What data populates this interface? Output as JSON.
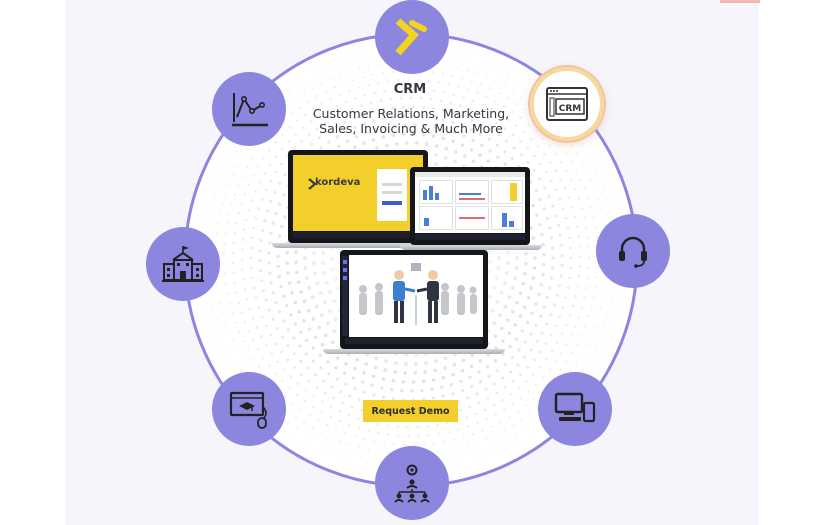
{
  "hero": {
    "title": "CRM",
    "subtitle_line1": "Customer Relations, Marketing,",
    "subtitle_line2": "Sales, Invoicing & Much More",
    "cta_label": "Request Demo"
  },
  "nodes": [
    {
      "id": "brand",
      "icon": "chevron-logo-icon"
    },
    {
      "id": "crm",
      "icon": "crm-window-icon",
      "label": "CRM",
      "active": true
    },
    {
      "id": "support",
      "icon": "headset-icon"
    },
    {
      "id": "devices",
      "icon": "devices-icon"
    },
    {
      "id": "org",
      "icon": "org-chart-icon"
    },
    {
      "id": "elearning",
      "icon": "elearning-icon"
    },
    {
      "id": "school",
      "icon": "school-building-icon"
    },
    {
      "id": "analytics",
      "icon": "line-chart-icon"
    }
  ],
  "laptops": {
    "login_brand": "kordeva"
  },
  "colors": {
    "ring": "#8c86de",
    "node_fill": "#8c86de",
    "accent_yellow": "#f2cf2a",
    "active_border": "#f5d9a0"
  }
}
